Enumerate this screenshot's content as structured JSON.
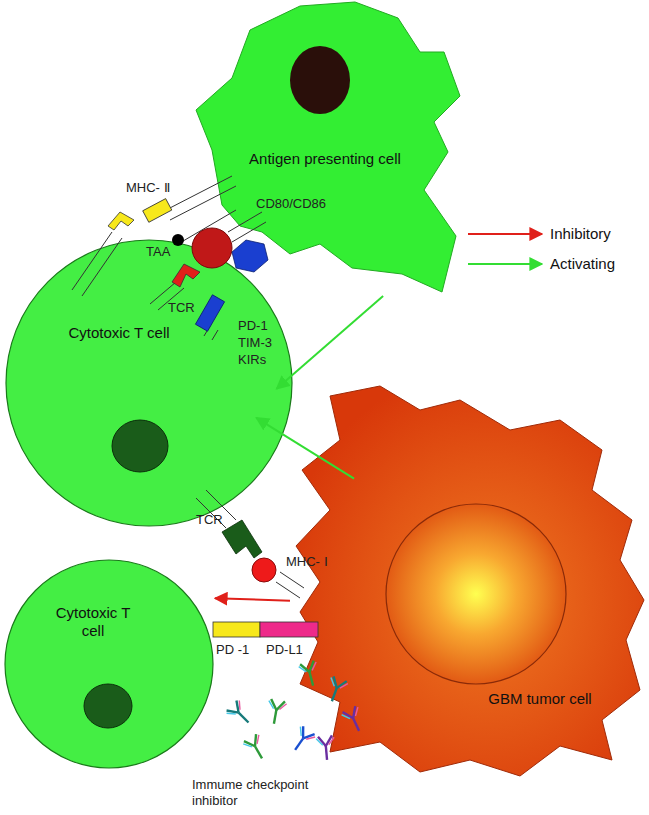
{
  "diagram": {
    "nodes": [
      {
        "text": [
          "Antigen presenting cell"
        ]
      },
      {
        "text": [
          "Cytotoxic T cell"
        ]
      },
      {
        "text": [
          "Cytotoxic T cell"
        ]
      },
      {
        "text": [
          "GBM tumor cell"
        ]
      }
    ],
    "edges": [
      {
        "from": 0,
        "to": 1,
        "arrow": "to"
      },
      {
        "from": 3,
        "to": 1,
        "arrow": "to"
      },
      {
        "from": 3,
        "to": 2,
        "arrow": "to"
      }
    ],
    "labels": [
      "MHC- Ⅱ",
      "TAA",
      "CD80/CD86",
      "TCR",
      "PD-1",
      "TIM-3",
      "KIRs",
      "TCR",
      "MHC- Ⅰ",
      "PD -1",
      "PD-L1",
      "Immume checkpoint inhibitor"
    ],
    "legend": [
      {
        "text": "Inhibitory"
      },
      {
        "text": "Activating"
      }
    ]
  }
}
